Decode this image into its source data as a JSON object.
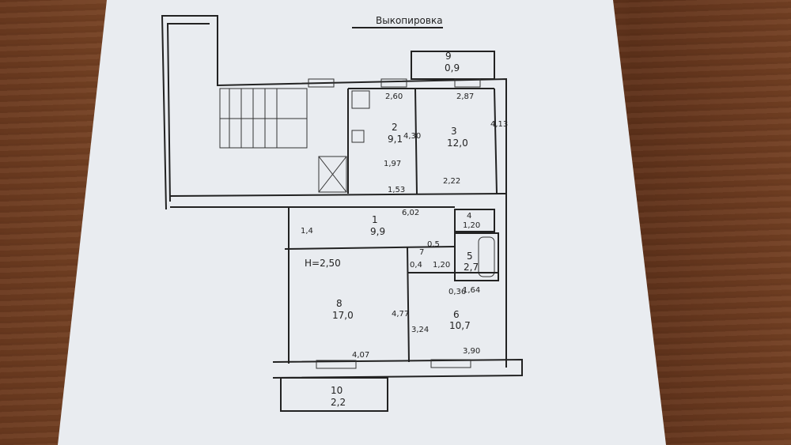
{
  "title": "Выкопировка",
  "height_note": "H=2,50",
  "rooms": [
    {
      "num": "1",
      "area": "9,9"
    },
    {
      "num": "2",
      "area": "9,1"
    },
    {
      "num": "3",
      "area": "12,0"
    },
    {
      "num": "4",
      "area": "1,20"
    },
    {
      "num": "5",
      "area": "2,7"
    },
    {
      "num": "6",
      "area": "10,7"
    },
    {
      "num": "7",
      "area": "0,4"
    },
    {
      "num": "8",
      "area": "17,0"
    },
    {
      "num": "9",
      "area": "0,9"
    },
    {
      "num": "10",
      "area": "2,2"
    }
  ],
  "dims": {
    "d260": "2,60",
    "d287": "2,87",
    "d413": "4,13",
    "d430": "4,30",
    "d197": "1,97",
    "d153": "1,53",
    "d222": "2,22",
    "d602": "6,02",
    "d14": "1,4",
    "d05": "0,5",
    "d120": "1,20",
    "d036": "0,36",
    "d164": "1,64",
    "d477": "4,77",
    "d324": "3,24",
    "d407": "4,07",
    "d390": "3,90"
  }
}
